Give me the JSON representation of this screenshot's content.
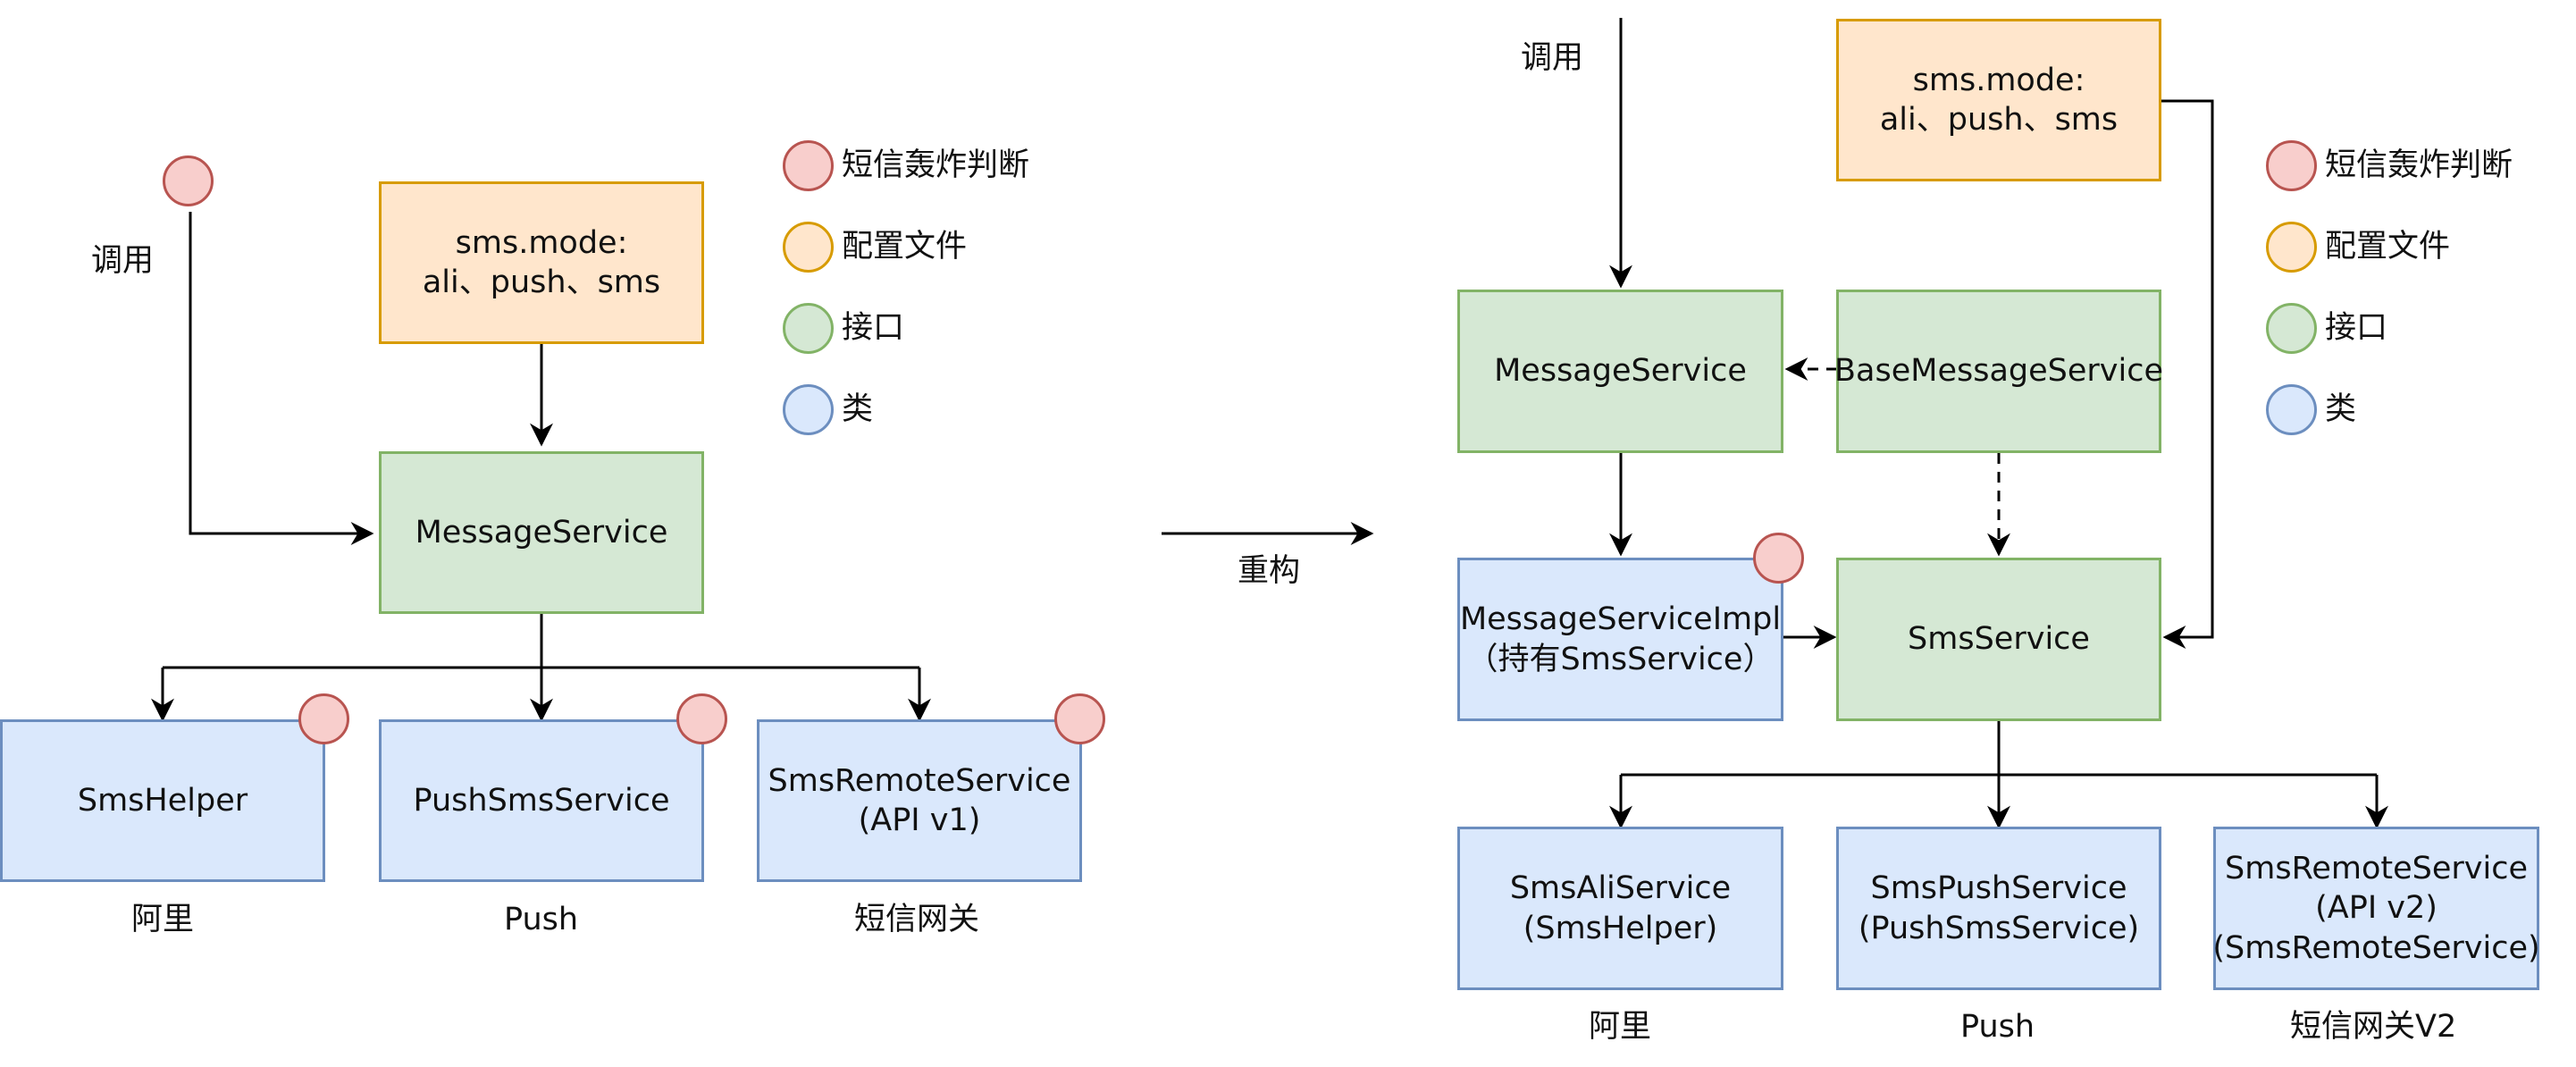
{
  "left": {
    "call_label": "调用",
    "config_box": "sms.mode:\nali、push、sms",
    "message_service": "MessageService",
    "impls": [
      {
        "name": "SmsHelper",
        "caption": "阿里"
      },
      {
        "name": "PushSmsService",
        "caption": "Push"
      },
      {
        "name": "SmsRemoteService\n(API v1)",
        "caption": "短信网关"
      }
    ],
    "legend": [
      {
        "label": "短信轰炸判断",
        "color": "red"
      },
      {
        "label": "配置文件",
        "color": "orange"
      },
      {
        "label": "接口",
        "color": "green"
      },
      {
        "label": "类",
        "color": "blue"
      }
    ]
  },
  "refactor_label": "重构",
  "right": {
    "call_label": "调用",
    "config_box": "sms.mode:\nali、push、sms",
    "message_service": "MessageService",
    "base_message_service": "BaseMessageService",
    "message_service_impl": "MessageServiceImpl\n（持有SmsService）",
    "sms_service": "SmsService",
    "impls": [
      {
        "name": "SmsAliService\n(SmsHelper)",
        "caption": "阿里"
      },
      {
        "name": "SmsPushService\n(PushSmsService)",
        "caption": "Push"
      },
      {
        "name": "SmsRemoteService\n(API v2)\n(SmsRemoteService)",
        "caption": "短信网关V2"
      }
    ],
    "legend": [
      {
        "label": "短信轰炸判断",
        "color": "red"
      },
      {
        "label": "配置文件",
        "color": "orange"
      },
      {
        "label": "接口",
        "color": "green"
      },
      {
        "label": "类",
        "color": "blue"
      }
    ]
  },
  "colors": {
    "interface_fill": "#d5e8d4",
    "interface_stroke": "#82b366",
    "class_fill": "#dae8fc",
    "class_stroke": "#6c8ebf",
    "config_fill": "#ffe6cc",
    "config_stroke": "#d79b00",
    "check_fill": "#f8cecc",
    "check_stroke": "#b85450"
  }
}
